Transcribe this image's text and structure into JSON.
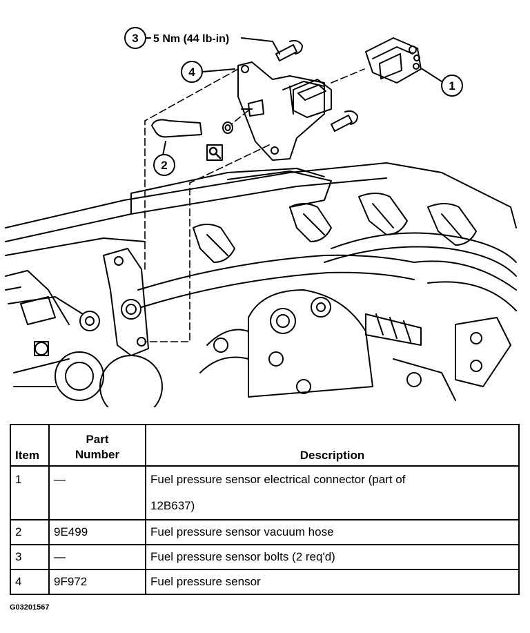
{
  "callouts": {
    "c1": "1",
    "c2": "2",
    "c3": "3",
    "c4": "4"
  },
  "torque_spec": "5 Nm (44 lb-in)",
  "table": {
    "headers": {
      "item": "Item",
      "part_line1": "Part",
      "part_line2": "Number",
      "description": "Description"
    },
    "rows": [
      {
        "item": "1",
        "part": "—",
        "desc_line1": "Fuel pressure sensor electrical connector (part of",
        "desc_line2": "12B637)"
      },
      {
        "item": "2",
        "part": "9E499",
        "desc": "Fuel pressure sensor vacuum hose"
      },
      {
        "item": "3",
        "part": "—",
        "desc": "Fuel pressure sensor bolts (2 req'd)"
      },
      {
        "item": "4",
        "part": "9F972",
        "desc": "Fuel pressure sensor"
      }
    ]
  },
  "figure_id": "G03201567"
}
